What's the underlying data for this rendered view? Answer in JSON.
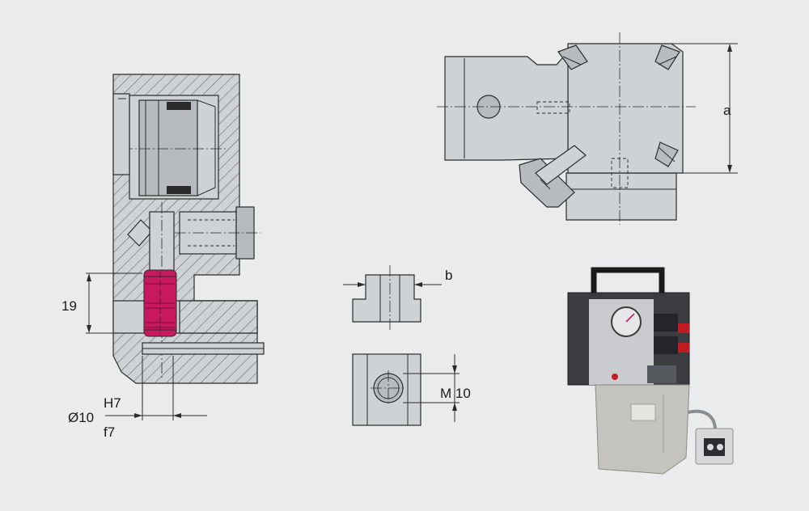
{
  "labels": {
    "dim_a": "a",
    "dim_b": "b",
    "dim_19": "19",
    "dim_dia": "Ø10",
    "dim_h7": "H7",
    "dim_f7": "f7",
    "dim_m10": "M 10"
  },
  "colors": {
    "background": "#e9ebec",
    "pin": "#c8185f",
    "steel": "#cfd2d5",
    "line": "#2b2b2b"
  }
}
